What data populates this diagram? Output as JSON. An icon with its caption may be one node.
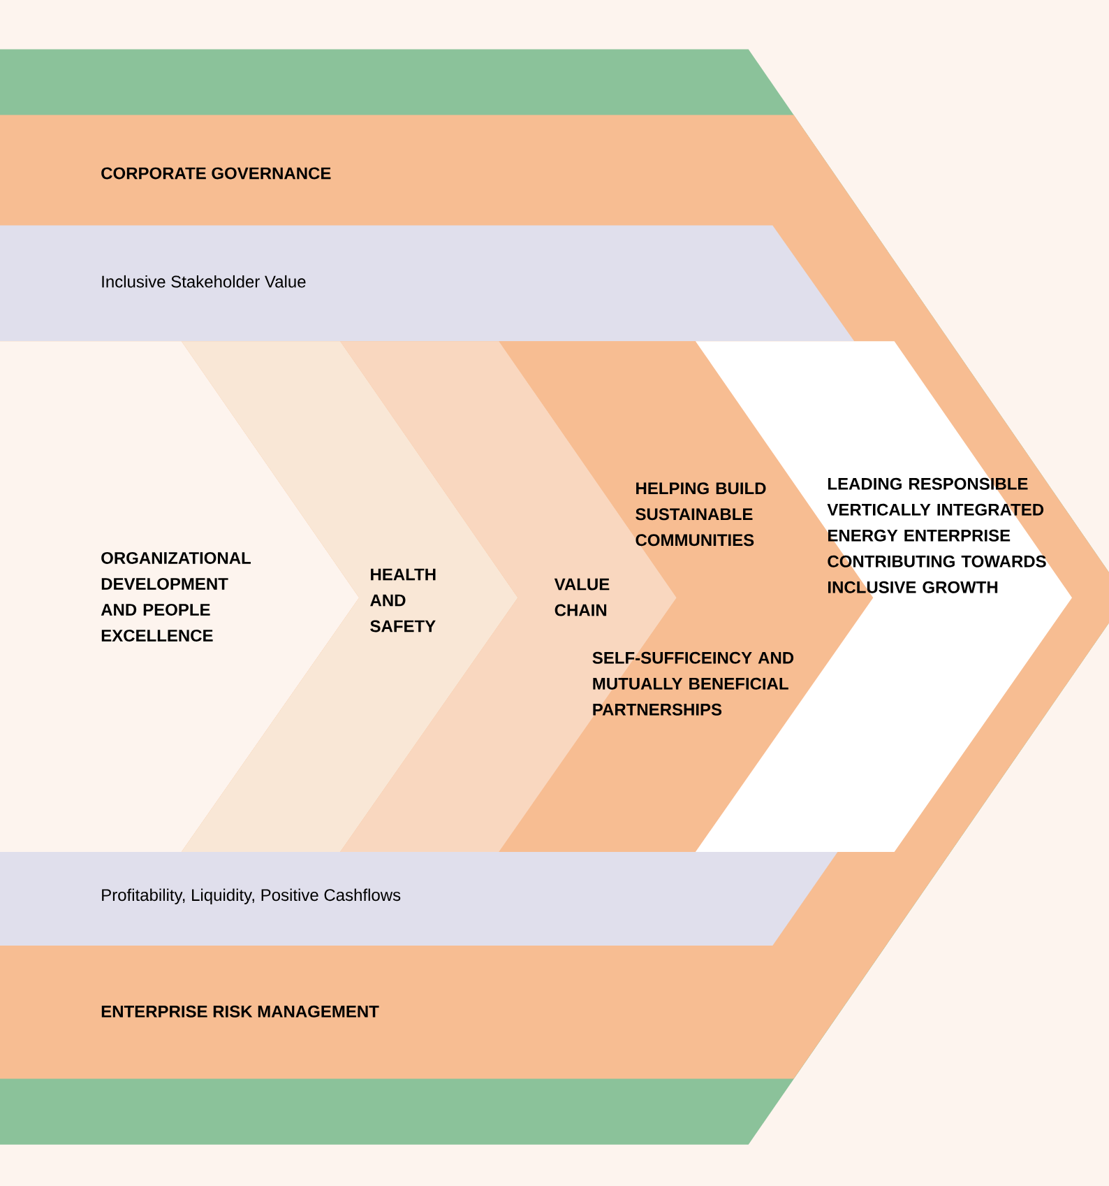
{
  "diagram": {
    "nodes": [
      {
        "text": [
          "CORPORATE GOVERNANCE"
        ]
      },
      {
        "text": [
          "Inclusive Stakeholder Value"
        ]
      },
      {
        "text": [
          "ORGANIZATIONAL DEVELOPMENT AND PEOPLE EXCELLENCE"
        ]
      },
      {
        "text": [
          "HEALTH AND SAFETY"
        ]
      },
      {
        "text": [
          "VALUE CHAIN"
        ]
      },
      {
        "text": [
          "HELPING BUILD SUSTAINABLE COMMUNITIES",
          "SELF-SUFFICEINCY AND MUTUALLY BENEFICIAL PARTNERSHIPS"
        ]
      },
      {
        "text": [
          "LEADING RESPONSIBLE VERTICALLY INTEGRATED ENERGY ENTERPRISE CONTRIBUTING TOWARDS INCLUSIVE GROWTH"
        ]
      },
      {
        "text": [
          "Profitability, Liquidity, Positive Cashflows"
        ]
      },
      {
        "text": [
          "ENTERPRISE RISK MANAGEMENT"
        ]
      }
    ]
  }
}
